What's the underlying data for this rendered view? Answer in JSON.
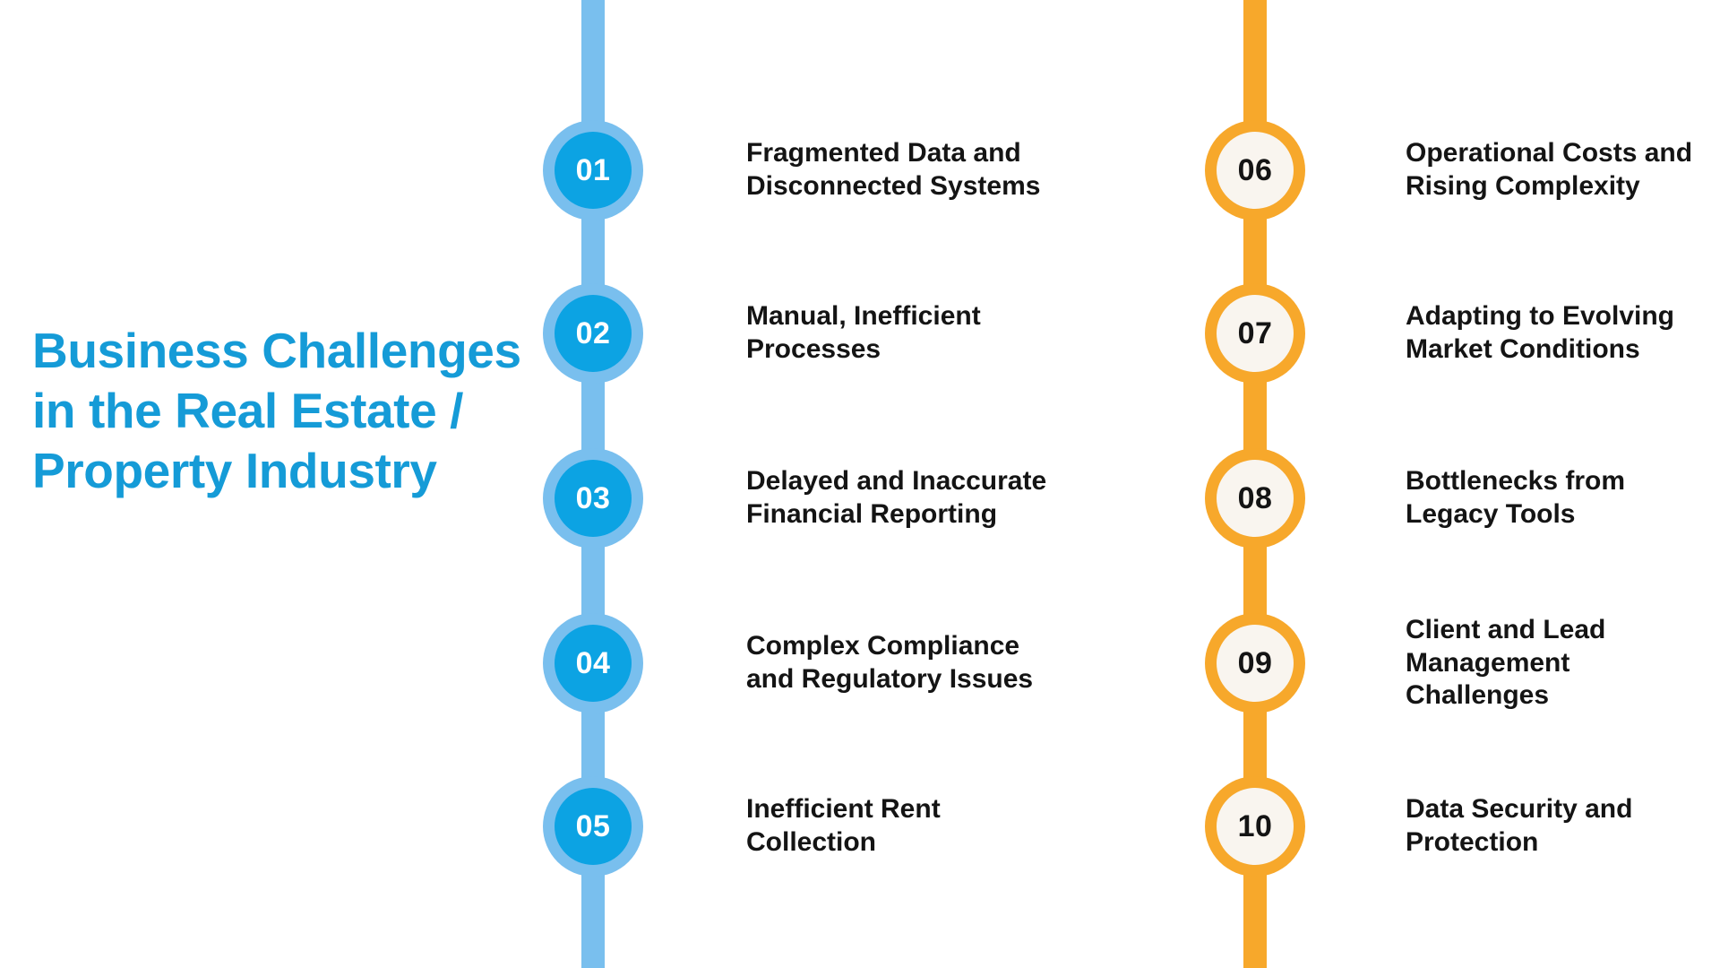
{
  "title": {
    "text": "Business Challenges in the Real Estate / Property Industry",
    "color": "#159BD7"
  },
  "colors": {
    "blue_rail": "#79BFEE",
    "blue_node_inner": "#0CA3E3",
    "blue_number": "#FFFFFF",
    "orange_rail": "#F7A82B",
    "orange_node_inner": "#F9F5EF",
    "orange_number": "#141414",
    "label_text": "#141414",
    "background": "#FFFFFF"
  },
  "columns": [
    {
      "name": "left-column",
      "accent": "#79BFEE",
      "items": [
        {
          "number": "01",
          "label": "Fragmented Data and Disconnected Systems"
        },
        {
          "number": "02",
          "label": "Manual, Inefficient Processes"
        },
        {
          "number": "03",
          "label": "Delayed and Inaccurate Financial Reporting"
        },
        {
          "number": "04",
          "label": "Complex Compliance and Regulatory Issues"
        },
        {
          "number": "05",
          "label": "Inefficient Rent Collection"
        }
      ]
    },
    {
      "name": "right-column",
      "accent": "#F7A82B",
      "items": [
        {
          "number": "06",
          "label": "Operational Costs and Rising Complexity"
        },
        {
          "number": "07",
          "label": "Adapting to Evolving Market Conditions"
        },
        {
          "number": "08",
          "label": "Bottlenecks from Legacy Tools"
        },
        {
          "number": "09",
          "label": "Client and Lead Management Challenges"
        },
        {
          "number": "10",
          "label": "Data Security and Protection"
        }
      ]
    }
  ]
}
